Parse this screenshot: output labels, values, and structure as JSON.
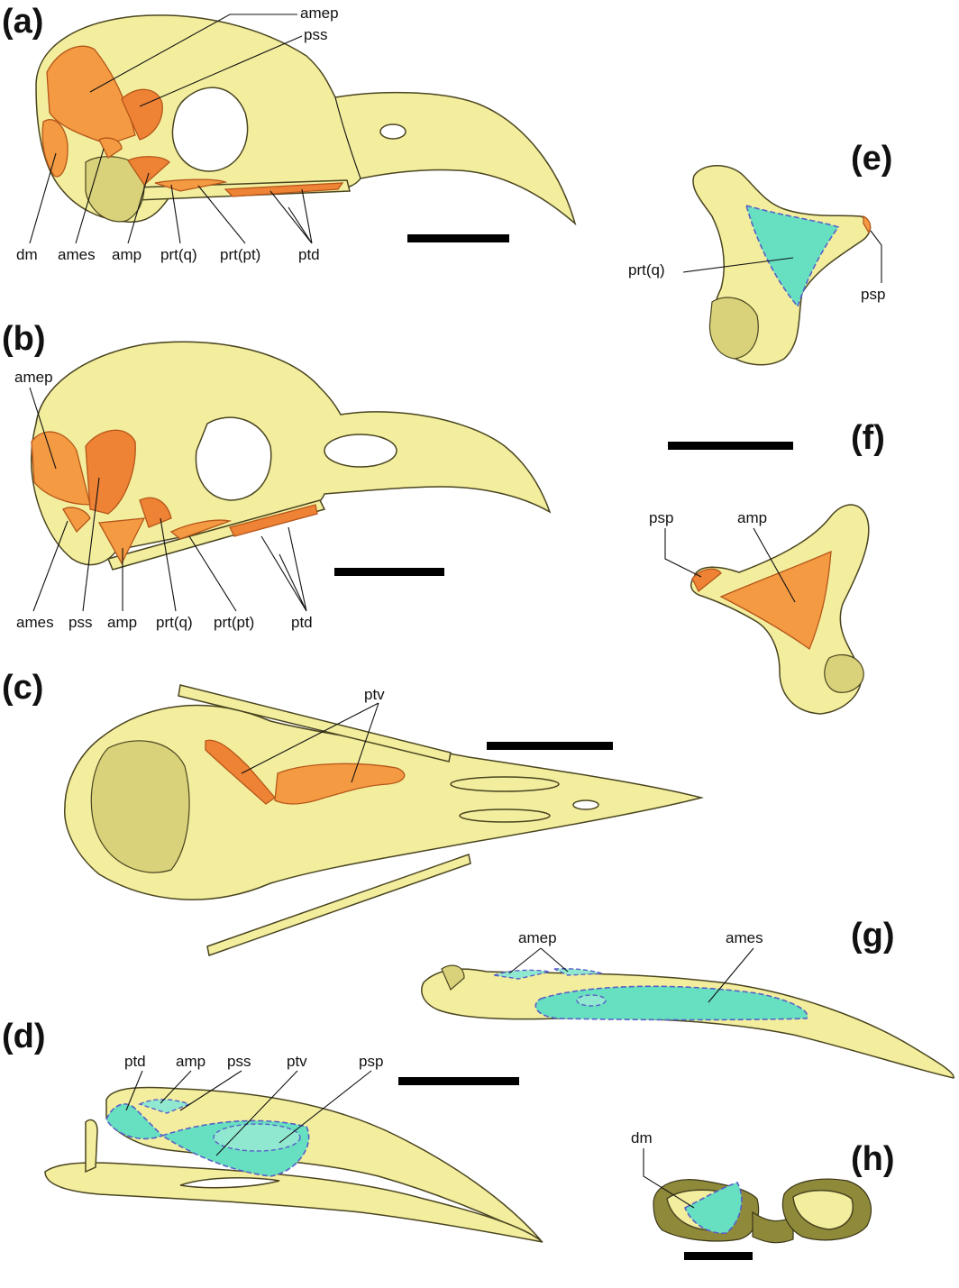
{
  "panels": {
    "a": {
      "label": "(a)",
      "annotations": [
        "amep",
        "pss",
        "dm",
        "ames",
        "amp",
        "prt(q)",
        "prt(pt)",
        "ptd"
      ]
    },
    "b": {
      "label": "(b)",
      "annotations": [
        "amep",
        "ames",
        "pss",
        "amp",
        "prt(q)",
        "prt(pt)",
        "ptd"
      ]
    },
    "c": {
      "label": "(c)",
      "annotations": [
        "ptv"
      ]
    },
    "d": {
      "label": "(d)",
      "annotations": [
        "ptd",
        "amp",
        "pss",
        "ptv",
        "psp"
      ]
    },
    "e": {
      "label": "(e)",
      "annotations": [
        "prt(q)",
        "psp"
      ]
    },
    "f": {
      "label": "(f)",
      "annotations": [
        "psp",
        "amp"
      ]
    },
    "g": {
      "label": "(g)",
      "annotations": [
        "amep",
        "ames"
      ]
    },
    "h": {
      "label": "(h)",
      "annotations": [
        "dm"
      ]
    }
  },
  "colors": {
    "bone": "#f3ee9e",
    "muscle_origin": "#f39a42",
    "muscle_insertion": "#66e0c0",
    "insertion_outline": "#5a5fc8"
  }
}
